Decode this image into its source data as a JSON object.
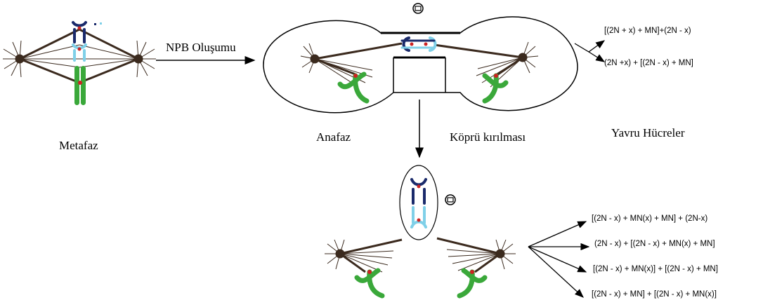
{
  "labels": {
    "arrow_label": "NPB Oluşumu",
    "metaphase": "Metafaz",
    "anaphase": "Anafaz",
    "bridge_break": "Köprü kırılması",
    "daughter_cells": "Yavru Hücreler"
  },
  "formulas_top": [
    "[(2N + x) + MN]+(2N - x)",
    "(2N +x) + [(2N - x) + MN]"
  ],
  "formulas_bottom": [
    "[(2N - x) + MN(x) + MN] + (2N-x)",
    "(2N - x) + [(2N - x) + MN(x) + MN]",
    "[(2N - x) + MN(x)] + [(2N - x) + MN]",
    "[(2N - x) + MN] + [(2N - x) + MN(x)]"
  ],
  "colors": {
    "chromosome": "#3aa83a",
    "centromere": "#cc2222",
    "spindle": "#3b2a1e",
    "dicentric_dark": "#1a2a6b",
    "dicentric_light": "#7fd0e8",
    "outline": "#000000"
  }
}
